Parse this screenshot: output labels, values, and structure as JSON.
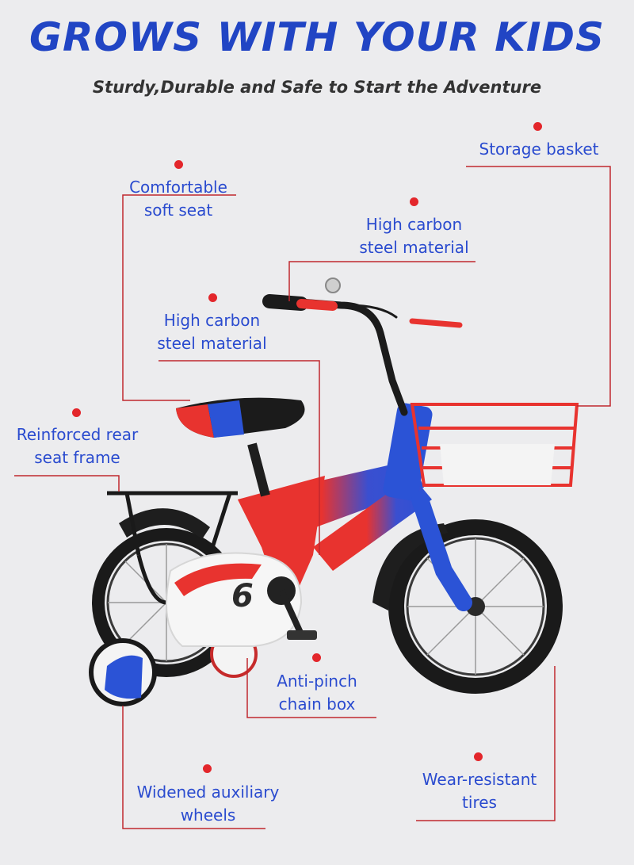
{
  "header": {
    "title": "GROWS WITH YOUR KIDS",
    "subtitle": "Sturdy,Durable and Safe to Start the Adventure"
  },
  "callouts": {
    "storage_basket": {
      "lines": [
        "Storage basket"
      ]
    },
    "seat": {
      "lines": [
        "Comfortable",
        "soft seat"
      ]
    },
    "handlebar_material": {
      "lines": [
        "High carbon",
        "steel material"
      ]
    },
    "frame_material": {
      "lines": [
        "High carbon",
        "steel material"
      ]
    },
    "rear_frame": {
      "lines": [
        "Reinforced rear",
        "seat frame"
      ]
    },
    "chain_box": {
      "lines": [
        "Anti-pinch",
        "chain box"
      ]
    },
    "aux_wheels": {
      "lines": [
        "Widened auxiliary",
        "wheels"
      ]
    },
    "tires": {
      "lines": [
        "Wear-resistant",
        "tires"
      ]
    }
  },
  "colors": {
    "title": "#2145c4",
    "label": "#2a4bcf",
    "dot": "#e3262b",
    "leader_line": "#c0282e",
    "frame_red": "#e8332f",
    "frame_blue": "#2b53d6"
  },
  "bike_logo_text": "6"
}
